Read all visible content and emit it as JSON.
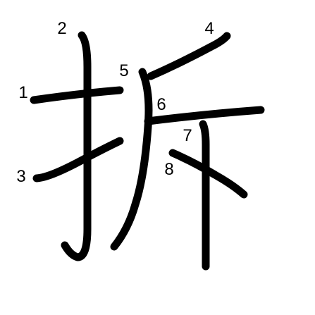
{
  "diagram": {
    "ink_color": "#000000",
    "background_color": "#ffffff",
    "strokes": [
      {
        "order": "1"
      },
      {
        "order": "2"
      },
      {
        "order": "3"
      },
      {
        "order": "4"
      },
      {
        "order": "5"
      },
      {
        "order": "6"
      },
      {
        "order": "7"
      },
      {
        "order": "8"
      }
    ]
  }
}
